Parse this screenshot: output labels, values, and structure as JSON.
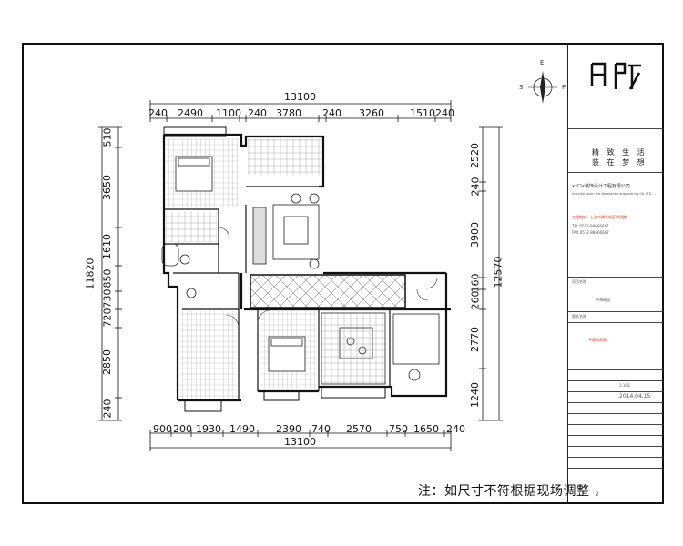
{
  "dimensions": {
    "top_total": "13100",
    "top_segments": [
      "240",
      "2490",
      "1100",
      "240",
      "3780",
      "240",
      "3260",
      "1510",
      "240"
    ],
    "bottom_total": "13100",
    "bottom_segments": [
      "900",
      "200",
      "1930",
      "1490",
      "2390",
      "740",
      "2570",
      "750",
      "1650",
      "240"
    ],
    "left_total": "11820",
    "left_segments": [
      "510",
      "3650",
      "1610",
      "850",
      "730",
      "720",
      "2850",
      "240"
    ],
    "right_total": "12570",
    "right_segments": [
      "2520",
      "240",
      "3900",
      "160",
      "260",
      "2770",
      "1240"
    ]
  },
  "compass": {
    "north": "E",
    "west": "S",
    "east": "P"
  },
  "note": "注：如尺寸不符根据现场调整",
  "title_block": {
    "slogan_line1": "精 致 生 活",
    "slogan_line2": "装 在 梦 想",
    "company_cn": "xx口x装饰设计工程有限公司",
    "company_en": "huaxian jiaxin the decoration engineering Co, LTD",
    "address": "工程地址：上海市浦东新区崇明路",
    "tel1": "TEL:0512-88666667",
    "tel2": "FAX:0512-88666667",
    "project_label": "项目名称",
    "project_name": "中海瑞园",
    "drawing_label": "图纸名称",
    "drawing_name": "平面布置图",
    "scale": "1:100",
    "date": "2014.04.15",
    "page": "2"
  },
  "colors": {
    "line": "#111111",
    "accent": "#c8322a",
    "hatch": "#555555"
  }
}
